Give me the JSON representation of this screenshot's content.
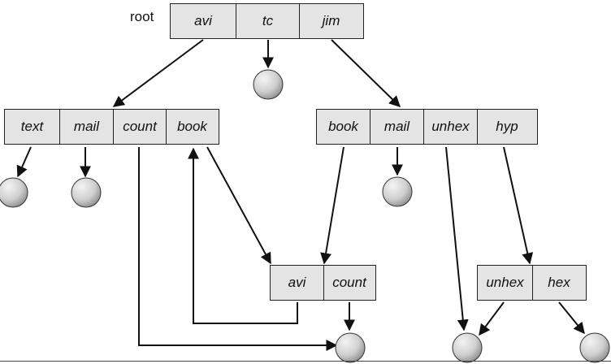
{
  "root_label": "root",
  "directories": {
    "root": [
      "avi",
      "tc",
      "jim"
    ],
    "left": [
      "text",
      "mail",
      "count",
      "book"
    ],
    "right": [
      "book",
      "mail",
      "unhex",
      "hyp"
    ],
    "book_dir": [
      "avi",
      "count"
    ],
    "hyp_dir": [
      "unhex",
      "hex"
    ]
  },
  "colors": {
    "cell_fill": "#e4e4e4",
    "stroke": "#222222",
    "node_light": "#f0f0f0",
    "node_dark": "#9a9a9a"
  }
}
